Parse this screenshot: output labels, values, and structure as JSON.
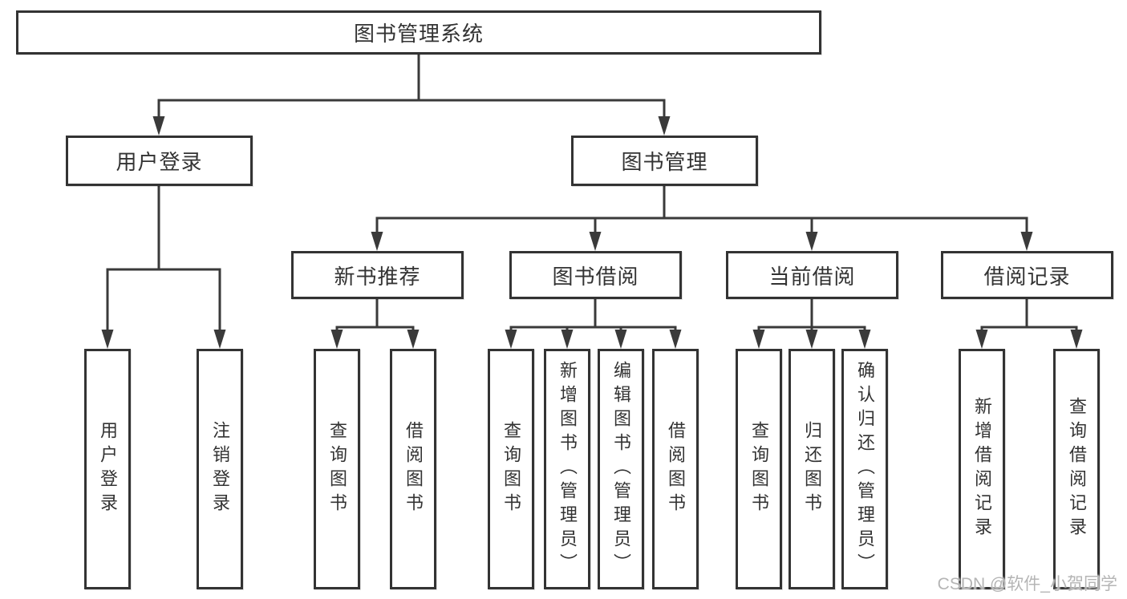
{
  "nodes": {
    "root": "图书管理系统",
    "user_login": "用户登录",
    "book_mgmt": "图书管理",
    "new_book_rec": "新书推荐",
    "book_borrow": "图书借阅",
    "current_borrow": "当前借阅",
    "borrow_records": "借阅记录",
    "ul_login": "用户登录",
    "ul_logout": "注销登录",
    "nb_query": "查询图书",
    "nb_borrow": "借阅图书",
    "bb_query": "查询图书",
    "bb_add": "新增图书（管理员）",
    "bb_edit": "编辑图书（管理员）",
    "bb_borrow": "借阅图书",
    "cb_query": "查询图书",
    "cb_return": "归还图书",
    "cb_confirm": "确认归还（管理员）",
    "br_add": "新增借阅记录",
    "br_query": "查询借阅记录"
  },
  "hierarchy": {
    "root": "图书管理系统",
    "children": [
      {
        "label": "用户登录",
        "children": [
          "用户登录",
          "注销登录"
        ]
      },
      {
        "label": "图书管理",
        "children": [
          {
            "label": "新书推荐",
            "children": [
              "查询图书",
              "借阅图书"
            ]
          },
          {
            "label": "图书借阅",
            "children": [
              "查询图书",
              "新增图书（管理员）",
              "编辑图书（管理员）",
              "借阅图书"
            ]
          },
          {
            "label": "当前借阅",
            "children": [
              "查询图书",
              "归还图书",
              "确认归还（管理员）"
            ]
          },
          {
            "label": "借阅记录",
            "children": [
              "新增借阅记录",
              "查询借阅记录"
            ]
          }
        ]
      }
    ]
  },
  "watermark": "CSDN @软件_小贺同学",
  "colors": {
    "line": "#3a3a3a",
    "box_border": "#333333",
    "text": "#333333",
    "background": "#ffffff",
    "watermark": "#b5b5b5"
  }
}
